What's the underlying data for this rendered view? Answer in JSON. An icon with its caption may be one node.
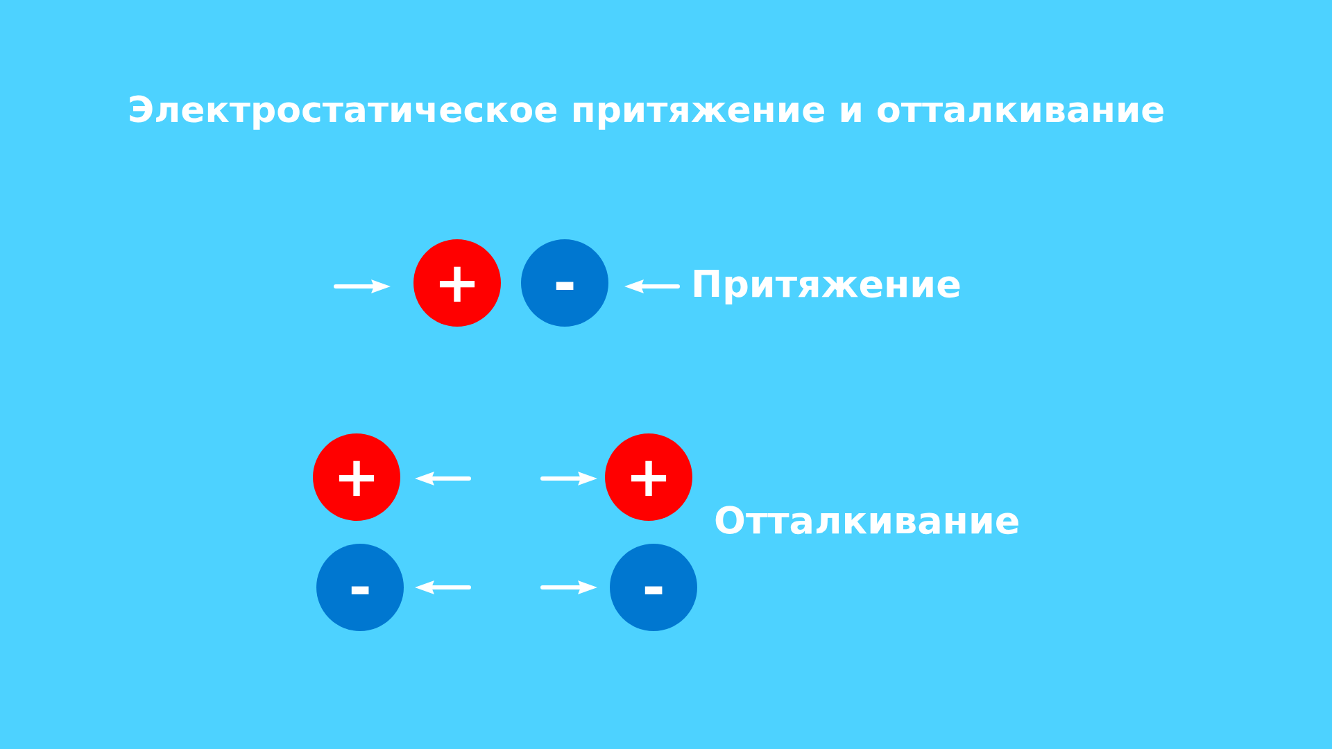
{
  "diagram": {
    "title": "Электростатическое притяжение и отталкивание",
    "nodes": [
      {
        "text": [
          "+"
        ]
      },
      {
        "text": [
          "-"
        ]
      },
      {
        "text": [
          "+"
        ]
      },
      {
        "text": [
          "+"
        ]
      },
      {
        "text": [
          "-"
        ]
      },
      {
        "text": [
          "-"
        ]
      }
    ],
    "edges": [],
    "labels": [
      "Притяжение",
      "Отталкивание"
    ]
  }
}
